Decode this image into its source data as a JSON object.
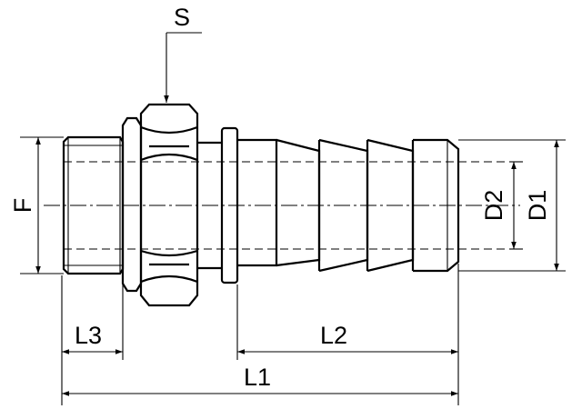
{
  "labels": {
    "S": "S",
    "F": "F",
    "D1": "D1",
    "D2": "D2",
    "L1": "L1",
    "L2": "L2",
    "L3": "L3"
  }
}
